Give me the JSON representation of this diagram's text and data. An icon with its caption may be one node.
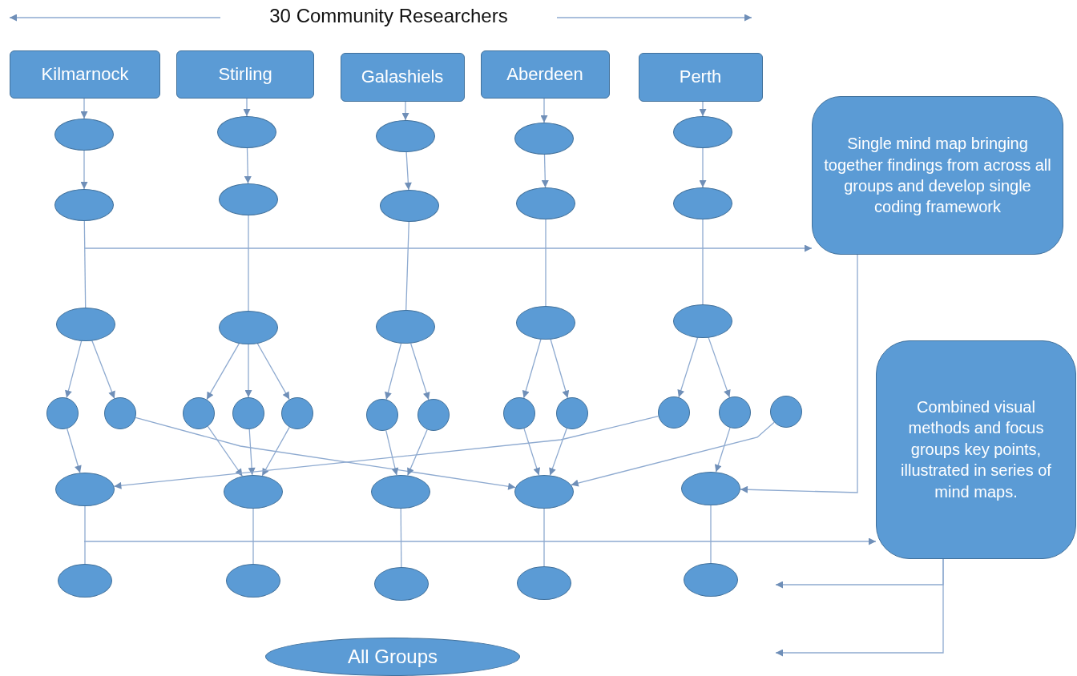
{
  "diagram": {
    "title": "30 Community Researchers",
    "nodes": [
      {
        "text": [
          "Kilmarnock"
        ]
      },
      {
        "text": [
          "Stirling"
        ]
      },
      {
        "text": [
          "Galashiels"
        ]
      },
      {
        "text": [
          "Aberdeen"
        ]
      },
      {
        "text": [
          "Perth"
        ]
      },
      {
        "text": [],
        "shape": "ellipse"
      },
      {
        "text": [],
        "shape": "ellipse"
      },
      {
        "text": [],
        "shape": "ellipse"
      },
      {
        "text": [],
        "shape": "ellipse"
      },
      {
        "text": [],
        "shape": "ellipse"
      },
      {
        "text": [],
        "shape": "ellipse"
      },
      {
        "text": [],
        "shape": "ellipse"
      },
      {
        "text": [],
        "shape": "ellipse"
      },
      {
        "text": [],
        "shape": "ellipse"
      },
      {
        "text": [],
        "shape": "ellipse"
      },
      {
        "text": [
          "Single mind map bringing  together findings from across all groups and develop single coding framework"
        ]
      },
      {
        "text": [],
        "shape": "ellipse"
      },
      {
        "text": [],
        "shape": "ellipse"
      },
      {
        "text": [],
        "shape": "ellipse"
      },
      {
        "text": [],
        "shape": "ellipse"
      },
      {
        "text": [],
        "shape": "ellipse"
      },
      {
        "text": [],
        "shape": "circle"
      },
      {
        "text": [],
        "shape": "circle"
      },
      {
        "text": [],
        "shape": "circle"
      },
      {
        "text": [],
        "shape": "circle"
      },
      {
        "text": [],
        "shape": "circle"
      },
      {
        "text": [],
        "shape": "circle"
      },
      {
        "text": [],
        "shape": "circle"
      },
      {
        "text": [],
        "shape": "circle"
      },
      {
        "text": [],
        "shape": "circle"
      },
      {
        "text": [],
        "shape": "circle"
      },
      {
        "text": [],
        "shape": "circle"
      },
      {
        "text": [],
        "shape": "circle"
      },
      {
        "text": [
          "Combined visual methods and focus groups key points, illustrated in series of mind maps."
        ]
      },
      {
        "text": [],
        "shape": "ellipse"
      },
      {
        "text": [],
        "shape": "ellipse"
      },
      {
        "text": [],
        "shape": "ellipse"
      },
      {
        "text": [],
        "shape": "ellipse"
      },
      {
        "text": [],
        "shape": "ellipse"
      },
      {
        "text": [],
        "shape": "ellipse"
      },
      {
        "text": [],
        "shape": "ellipse"
      },
      {
        "text": [],
        "shape": "ellipse"
      },
      {
        "text": [],
        "shape": "ellipse"
      },
      {
        "text": [],
        "shape": "ellipse"
      },
      {
        "text": [
          "All Groups"
        ]
      }
    ],
    "edges": [
      {
        "from": 0,
        "to": 5,
        "arrow": "to"
      },
      {
        "from": 1,
        "to": 6,
        "arrow": "to"
      },
      {
        "from": 2,
        "to": 7,
        "arrow": "to"
      },
      {
        "from": 3,
        "to": 8,
        "arrow": "to"
      },
      {
        "from": 4,
        "to": 9,
        "arrow": "to"
      },
      {
        "from": 5,
        "to": 10,
        "arrow": "to"
      },
      {
        "from": 6,
        "to": 11,
        "arrow": "to"
      },
      {
        "from": 7,
        "to": 12,
        "arrow": "to"
      },
      {
        "from": 8,
        "to": 13,
        "arrow": "to"
      },
      {
        "from": 9,
        "to": 14,
        "arrow": "to"
      },
      {
        "from": 10,
        "to": 16,
        "arrow": "none"
      },
      {
        "from": 11,
        "to": 17,
        "arrow": "none"
      },
      {
        "from": 12,
        "to": 18,
        "arrow": "none"
      },
      {
        "from": 13,
        "to": 19,
        "arrow": "none"
      },
      {
        "from": 14,
        "to": 20,
        "arrow": "none"
      },
      {
        "from": null,
        "to": 15,
        "arrow": "to"
      },
      {
        "from": 16,
        "to": 21,
        "arrow": "to"
      },
      {
        "from": 16,
        "to": 22,
        "arrow": "to"
      },
      {
        "from": 17,
        "to": 23,
        "arrow": "to"
      },
      {
        "from": 17,
        "to": 24,
        "arrow": "to"
      },
      {
        "from": 17,
        "to": 25,
        "arrow": "to"
      },
      {
        "from": 18,
        "to": 26,
        "arrow": "to"
      },
      {
        "from": 18,
        "to": 27,
        "arrow": "to"
      },
      {
        "from": 19,
        "to": 28,
        "arrow": "to"
      },
      {
        "from": 19,
        "to": 29,
        "arrow": "to"
      },
      {
        "from": 20,
        "to": 30,
        "arrow": "to"
      },
      {
        "from": 20,
        "to": 31,
        "arrow": "to"
      },
      {
        "from": 21,
        "to": 34,
        "arrow": "to"
      },
      {
        "from": 22,
        "to": 37,
        "arrow": "to"
      },
      {
        "from": 23,
        "to": 35,
        "arrow": "to"
      },
      {
        "from": 24,
        "to": 35,
        "arrow": "to"
      },
      {
        "from": 25,
        "to": 35,
        "arrow": "to"
      },
      {
        "from": 26,
        "to": 36,
        "arrow": "to"
      },
      {
        "from": 27,
        "to": 36,
        "arrow": "to"
      },
      {
        "from": 28,
        "to": 37,
        "arrow": "to"
      },
      {
        "from": 29,
        "to": 37,
        "arrow": "to"
      },
      {
        "from": 30,
        "to": 34,
        "arrow": "to"
      },
      {
        "from": 31,
        "to": 38,
        "arrow": "to"
      },
      {
        "from": 32,
        "to": 37,
        "arrow": "to"
      },
      {
        "from": 15,
        "to": 38,
        "arrow": "to"
      },
      {
        "from": 34,
        "to": 39,
        "arrow": "none"
      },
      {
        "from": 35,
        "to": 40,
        "arrow": "none"
      },
      {
        "from": 36,
        "to": 41,
        "arrow": "none"
      },
      {
        "from": 37,
        "to": 42,
        "arrow": "none"
      },
      {
        "from": 38,
        "to": 43,
        "arrow": "none"
      },
      {
        "from": null,
        "to": 33,
        "arrow": "to"
      },
      {
        "from": 33,
        "to": null,
        "arrow": "to"
      },
      {
        "from": 33,
        "to": null,
        "arrow": "to"
      }
    ]
  }
}
